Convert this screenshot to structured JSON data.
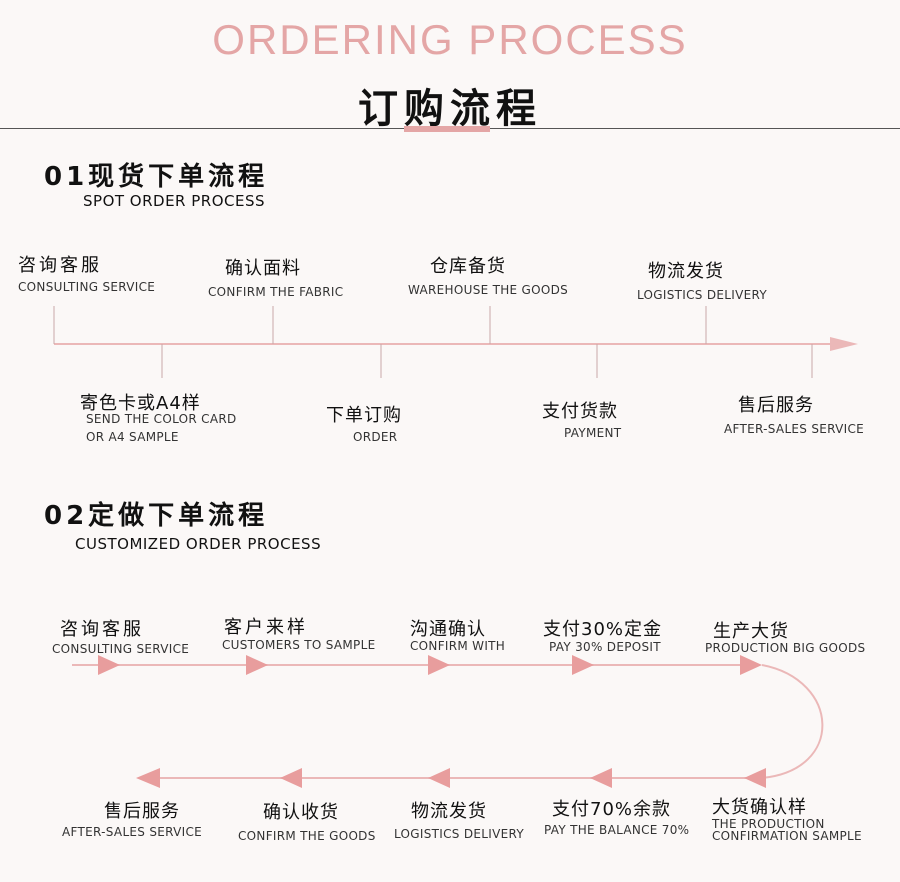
{
  "header": {
    "title_en": "ORDERING PROCESS",
    "title_cn": "订购流程"
  },
  "colors": {
    "accent": "#e4a6a6",
    "line": "#ebb8b8",
    "tick": "#c9a9a9",
    "text": "#111111"
  },
  "section1": {
    "title": "01现货下单流程",
    "subtitle": "SPOT ORDER PROCESS",
    "top_steps": [
      {
        "cn": "咨询客服",
        "en": "CONSULTING SERVICE"
      },
      {
        "cn": "确认面料",
        "en": "CONFIRM THE FABRIC"
      },
      {
        "cn": "仓库备货",
        "en": "WAREHOUSE THE GOODS"
      },
      {
        "cn": "物流发货",
        "en": "LOGISTICS DELIVERY"
      }
    ],
    "bottom_steps": [
      {
        "cn": "寄色卡或A4样",
        "en": "SEND THE COLOR CARD",
        "en2": "OR A4 SAMPLE"
      },
      {
        "cn": "下单订购",
        "en": "ORDER"
      },
      {
        "cn": "支付货款",
        "en": "PAYMENT"
      },
      {
        "cn": "售后服务",
        "en": "AFTER-SALES SERVICE"
      }
    ]
  },
  "section2": {
    "title": "02定做下单流程",
    "subtitle": "CUSTOMIZED ORDER PROCESS",
    "row1_steps": [
      {
        "cn": "咨询客服",
        "en": "CONSULTING SERVICE"
      },
      {
        "cn": "客户来样",
        "en": "CUSTOMERS TO SAMPLE"
      },
      {
        "cn": "沟通确认",
        "en": "CONFIRM WITH"
      },
      {
        "cn": "支付30%定金",
        "en": "PAY 30% DEPOSIT"
      },
      {
        "cn": "生产大货",
        "en": "PRODUCTION BIG GOODS"
      }
    ],
    "row2_steps": [
      {
        "cn": "售后服务",
        "en": "AFTER-SALES SERVICE"
      },
      {
        "cn": "确认收货",
        "en": "CONFIRM THE GOODS"
      },
      {
        "cn": "物流发货",
        "en": "LOGISTICS DELIVERY"
      },
      {
        "cn": "支付70%余款",
        "en": "PAY THE BALANCE 70%"
      },
      {
        "cn": "大货确认样",
        "en": "THE PRODUCTION",
        "en2": "CONFIRMATION SAMPLE"
      }
    ]
  }
}
